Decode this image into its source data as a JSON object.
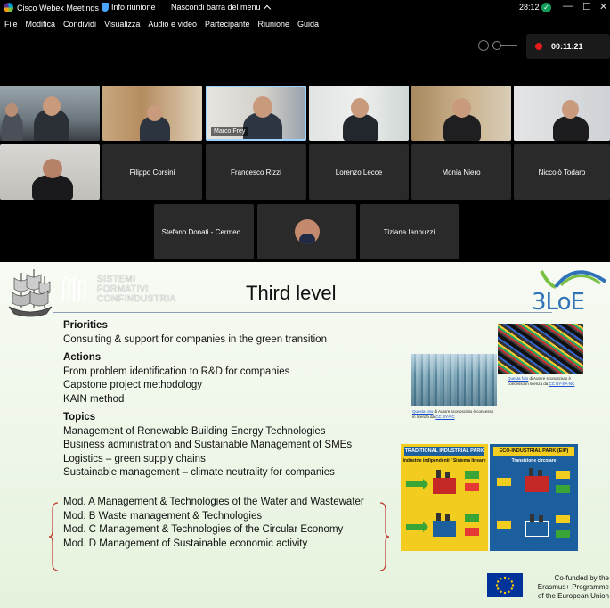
{
  "window": {
    "app_title": "Cisco Webex Meetings",
    "info_label": "Info riunione",
    "hide_bar_label": "Nascondi barra del menu",
    "clock": "28:12",
    "minimize": "—",
    "maximize": "☐",
    "close": "✕"
  },
  "menu": [
    "File",
    "Modifica",
    "Condividi",
    "Visualizza",
    "Audio e video",
    "Partecipante",
    "Riunione",
    "Guida"
  ],
  "recording": {
    "elapsed": "00:11:21",
    "dot_color": "#e21b1b"
  },
  "participants": {
    "row1": [
      {
        "name": ""
      },
      {
        "name": ""
      },
      {
        "name": "Marco Frey"
      },
      {
        "name": ""
      },
      {
        "name": ""
      },
      {
        "name": ""
      }
    ],
    "row2": [
      {
        "name": ""
      },
      {
        "name": "Filippo Corsini"
      },
      {
        "name": "Francesco Rizzi"
      },
      {
        "name": "Lorenzo Lecce"
      },
      {
        "name": "Monia Niero"
      },
      {
        "name": "Niccolò Todaro"
      }
    ],
    "row3": [
      {
        "name": "Stefano Donati - Cermec..."
      },
      {
        "name": ""
      },
      {
        "name": "Tiziana Iannuzzi"
      }
    ]
  },
  "slide": {
    "org_lines": [
      "SISTEMI",
      "FORMATIVI",
      "CONFINDUSTRIA"
    ],
    "title": "Third level",
    "loe_logo": "3LoE",
    "priorities_heading": "Priorities",
    "priorities": [
      "Consulting & support for companies in the green transition"
    ],
    "actions_heading": "Actions",
    "actions": [
      "From problem identification to R&D for companies",
      "Capstone project methodology",
      "KAIN method"
    ],
    "topics_heading": "Topics",
    "topics": [
      "Management of Renewable Building Energy Technologies",
      "Business administration and Sustainable Management of SMEs",
      "Logistics – green supply chains",
      "Sustainable management – climate neutrality for companies"
    ],
    "modules": [
      "Mod. A Management & Technologies of the Water and Wastewater",
      "Mod. B Waste management & Technologies",
      "Mod. C Management & Technologies of the Circular Economy",
      "Mod. D Management of Sustainable economic activity"
    ],
    "caption_right": {
      "link": "Questa foto",
      "text": " di Autore sconosciuto è concesso in licenza da ",
      "license": "CC BY-SA-NC"
    },
    "caption_left": {
      "link": "Questa foto",
      "text": " di Autore sconosciuto è concesso in licenza da ",
      "license": "CC BY-NC"
    },
    "eip": {
      "left_header": "TRADITIONAL INDUSTRIAL PARK",
      "left_sub": "Industrie indipendenti / Sistema lineare",
      "right_header": "ECO-INDUSTRIAL PARK (EIP)",
      "right_sub": "Transizione circolare"
    },
    "eu_funding": [
      "Co-funded by the",
      "Erasmus+ Programme",
      "of the European Union"
    ]
  }
}
